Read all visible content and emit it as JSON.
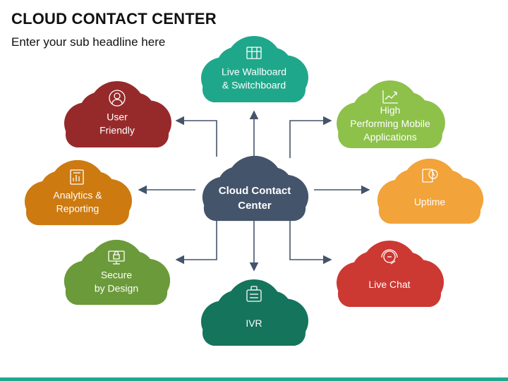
{
  "header": {
    "title": "CLOUD CONTACT CENTER",
    "subtitle": "Enter your sub headline here"
  },
  "colors": {
    "center": "#44546a",
    "arrow": "#44546a",
    "bottom_bar": "#20a88e"
  },
  "center": {
    "lines": [
      "Cloud Contact",
      "Center"
    ]
  },
  "clouds": [
    {
      "id": "live-wallboard",
      "lines": [
        "Live Wallboard",
        "& Switchboard"
      ],
      "color": "#1fa78b",
      "icon": "wallboard-icon"
    },
    {
      "id": "high-performing",
      "lines": [
        "High",
        "Performing Mobile",
        "Applications"
      ],
      "color": "#8dc14a",
      "icon": "growth-chart-icon"
    },
    {
      "id": "uptime",
      "lines": [
        "Uptime"
      ],
      "color": "#f2a33a",
      "icon": "uptime-icon"
    },
    {
      "id": "live-chat",
      "lines": [
        "Live Chat"
      ],
      "color": "#cc3832",
      "icon": "headset-chat-icon"
    },
    {
      "id": "ivr",
      "lines": [
        "IVR"
      ],
      "color": "#15745c",
      "icon": "ivr-icon"
    },
    {
      "id": "secure",
      "lines": [
        "Secure",
        "by Design"
      ],
      "color": "#6b9a3a",
      "icon": "secure-computer-icon"
    },
    {
      "id": "analytics",
      "lines": [
        "Analytics &",
        "Reporting"
      ],
      "color": "#cd7a10",
      "icon": "analytics-report-icon"
    },
    {
      "id": "user-friendly",
      "lines": [
        "User",
        "Friendly"
      ],
      "color": "#962a2a",
      "icon": "user-icon"
    }
  ]
}
